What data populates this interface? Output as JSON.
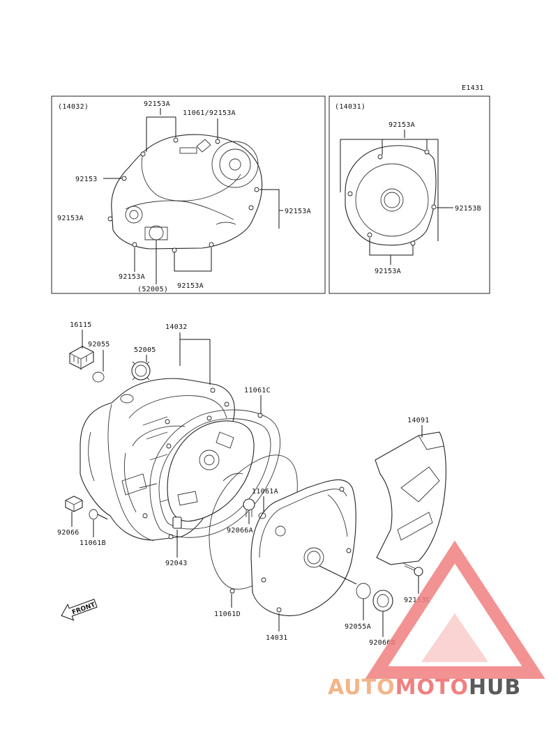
{
  "diagram_code": "E1431",
  "inset_left": {
    "title": "(14032)",
    "labels": {
      "a": "92153A",
      "b": "11061/92153A",
      "c": "92153",
      "d": "92153A",
      "e": "92153A",
      "f": "92153A",
      "g": "(52005)",
      "h": "92153A"
    }
  },
  "inset_right": {
    "title": "(14031)",
    "labels": {
      "a": "92153A",
      "b": "92153B",
      "c": "92153A"
    }
  },
  "exploded": {
    "labels": {
      "p16115": "16115",
      "p14032": "14032",
      "p92055": "92055",
      "p52005": "52005",
      "p11061C": "11061C",
      "p14091": "14091",
      "p11061A": "11061A",
      "p92066A": "92066A",
      "p92066": "92066",
      "p11061B": "11061B",
      "p92043": "92043",
      "p11061D": "11061D",
      "p14031": "14031",
      "p92055A": "92055A",
      "p92066B": "92066B",
      "p92153C": "92153C"
    }
  },
  "front_arrow": "FRONT",
  "watermark": {
    "part1": "AUTO",
    "part2": "MOTO",
    "part3": "HUB",
    "colors": {
      "auto": "#f2b58a",
      "moto": "#f08080",
      "hub": "#5a5a5a",
      "triangle": "#f08080"
    }
  }
}
